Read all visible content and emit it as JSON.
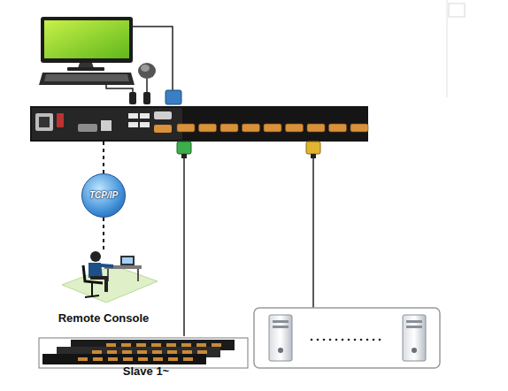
{
  "diagram": {
    "nodes": [
      {
        "text": [
          "TCP/IP"
        ]
      },
      {
        "text": [
          "Remote Console"
        ]
      },
      {
        "text": [
          "Slave 1~"
        ]
      }
    ],
    "edges": [
      {
        "from": 0,
        "to": 1,
        "arrow": "none"
      }
    ]
  }
}
